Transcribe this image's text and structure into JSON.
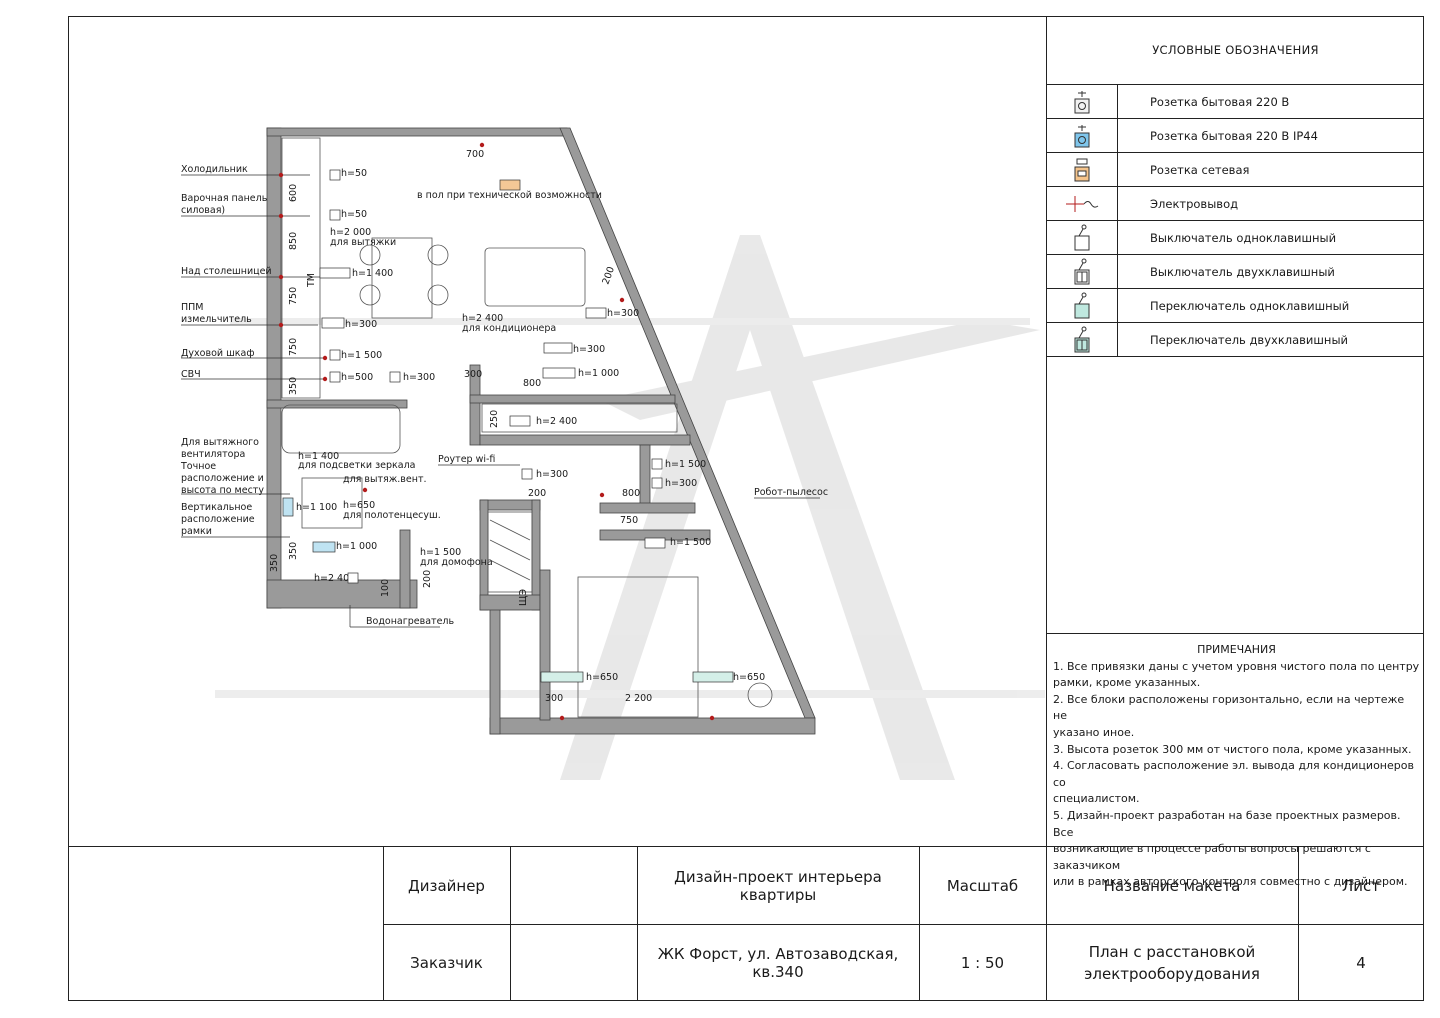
{
  "legend": {
    "title": "УСЛОВНЫЕ ОБОЗНАЧЕНИЯ",
    "items": [
      {
        "label": "Розетка бытовая 220 В",
        "icon": "socket-icon"
      },
      {
        "label": "Розетка бытовая 220 В IP44",
        "icon": "socket-ip44-icon"
      },
      {
        "label": "Розетка сетевая",
        "icon": "network-socket-icon"
      },
      {
        "label": "Электровывод",
        "icon": "electrical-outlet-icon"
      },
      {
        "label": "Выключатель одноклавишный",
        "icon": "single-switch-icon"
      },
      {
        "label": "Выключатель двухклавишный",
        "icon": "double-switch-icon"
      },
      {
        "label": "Переключатель одноклавишный",
        "icon": "single-changeover-switch-icon"
      },
      {
        "label": "Переключатель двухклавишный",
        "icon": "double-changeover-switch-icon"
      }
    ]
  },
  "notes": {
    "title": "ПРИМЕЧАНИЯ",
    "lines": [
      "1. Все привязки даны с учетом уровня чистого пола по центру",
      "рамки, кроме указанных.",
      "2. Все блоки расположены горизонтально, если на чертеже не",
      "указано иное.",
      "3. Высота розеток 300 мм от чистого пола, кроме указанных.",
      "4. Согласовать расположение эл. вывода для кондиционеров со",
      "специалистом.",
      "5. Дизайн-проект разработан на базе проектных размеров. Все",
      "возникающие в процессе работы вопросы решаются с заказчиком",
      "или в рамках авторского контроля совместно с дизайнером."
    ]
  },
  "stamp": {
    "designer_label": "Дизайнер",
    "customer_label": "Заказчик",
    "project_title": "Дизайн-проект интерьера квартиры",
    "address": "ЖК Форст, ул. Автозаводская, кв.340",
    "scale_label": "Масштаб",
    "scale_value": "1 : 50",
    "layout_label": "Название макета",
    "layout_name_line1": "План с расстановкой",
    "layout_name_line2": "электрооборудования",
    "sheet_label": "Лист",
    "sheet_value": "4"
  },
  "plan": {
    "callouts": {
      "fridge": "Холодильник",
      "hob_1": "Варочная панель",
      "hob_2": "силовая)",
      "countertop": "Над столешницей",
      "ppm_1": "ППМ",
      "ppm_2": "измельчитель",
      "oven": "Духовой шкаф",
      "microwave": "СВЧ",
      "fan_1": "Для вытяжного",
      "fan_2": "вентилятора",
      "fan_3": "Точное",
      "fan_4": "расположение и",
      "fan_5": "высота по месту",
      "vert_1": "Вертикальное",
      "vert_2": "расположение",
      "vert_3": "рамки",
      "router": "Роутер wi-fi",
      "robot": "Робот-пылесос",
      "water_heater": "Водонагреватель",
      "floor_note": "в пол при технической возможности"
    },
    "heights": {
      "h50_a": "h=50",
      "h50_b": "h=50",
      "h2000": "h=2 000",
      "hood": "для вытяжки",
      "h1400_a": "h=1 400",
      "h300_a": "h=300",
      "h1500_a": "h=1 500",
      "h500": "h=500",
      "h300_b": "h=300",
      "h2400_a": "h=2 400",
      "ac": "для кондиционера",
      "h300_c": "h=300",
      "h300_d": "h=300",
      "h1000_a": "h=1 000",
      "h2400_b": "h=2 400",
      "h1400_b": "h=1 400",
      "mirror": "для подсветки зеркала",
      "fan_vent": "для вытяж.вент.",
      "h1100": "h=1 100",
      "h650_a": "h=650",
      "towel": "для полотенцесуш.",
      "h1000_b": "h=1 000",
      "h1500_b": "h=1 500",
      "intercom": "для домофона",
      "h2400_c": "h=2 400",
      "h300_e": "h=300",
      "h1500_c": "h=1 500",
      "h300_f": "h=300",
      "h1500_d": "h=1 500",
      "h650_b": "h=650",
      "h650_c": "h=650"
    },
    "dims": {
      "d700": "700",
      "d600": "600",
      "d850": "850",
      "d750_a": "750",
      "d750_b": "750",
      "d350": "350",
      "d300": "300",
      "d800_a": "800",
      "d250": "250",
      "d200_a": "200",
      "d200_b": "200",
      "d800_b": "800",
      "d750_c": "750",
      "d300_b": "300",
      "d2200": "2 200",
      "d350_b": "350",
      "d350_c": "350",
      "d100": "100",
      "d200_c": "200",
      "tm": "ТМ",
      "shch": "ЩЭ"
    }
  }
}
